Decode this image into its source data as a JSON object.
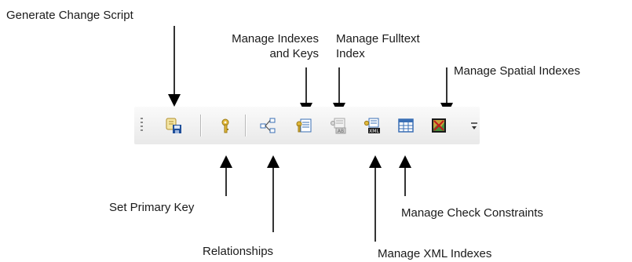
{
  "toolbar": {
    "buttons": {
      "generate_change_script": "Generate Change Script",
      "set_primary_key": "Set Primary Key",
      "relationships": "Relationships",
      "manage_indexes_and_keys": "Manage Indexes and Keys",
      "manage_fulltext_index": "Manage Fulltext Index",
      "manage_xml_indexes": "Manage XML Indexes",
      "manage_check_constraints": "Manage Check Constraints",
      "manage_spatial_indexes": "Manage Spatial Indexes"
    }
  },
  "callouts": {
    "generate_change_script": "Generate Change Script",
    "manage_indexes_and_keys_line1": "Manage Indexes",
    "manage_indexes_and_keys_line2": "and Keys",
    "manage_fulltext_index_line1": "Manage Fulltext",
    "manage_fulltext_index_line2": "Index",
    "manage_spatial_indexes": "Manage Spatial Indexes",
    "set_primary_key": "Set Primary Key",
    "relationships": "Relationships",
    "manage_check_constraints": "Manage Check Constraints",
    "manage_xml_indexes": "Manage XML Indexes"
  },
  "colors": {
    "text": "#1a1a1a",
    "arrow": "#000000",
    "toolbar_bg": "#eeeeee",
    "key_gold": "#d9a72a",
    "icon_blue": "#3a6fb5"
  }
}
